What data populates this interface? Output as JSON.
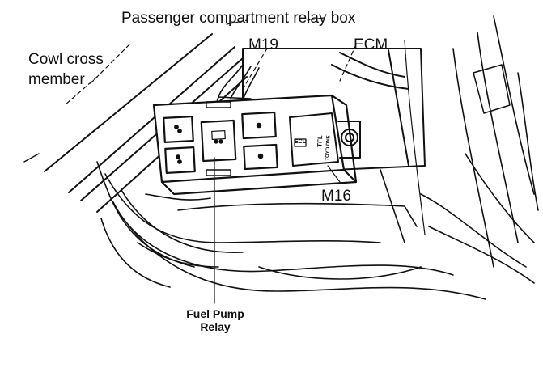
{
  "diagram": {
    "labels": {
      "relay_box": "Passenger compartment relay box",
      "cowl_line1": "Cowl cross",
      "cowl_line2": "member",
      "m19": "M19",
      "ecm": "ECM",
      "m16": "M16",
      "fuel_pump_line1": "Fuel Pump",
      "fuel_pump_line2": "Relay"
    },
    "component_markings": {
      "tfl_relay": "TFL",
      "tfl_sub": "TOYO DNE",
      "ecm_tag": "ECU"
    }
  }
}
